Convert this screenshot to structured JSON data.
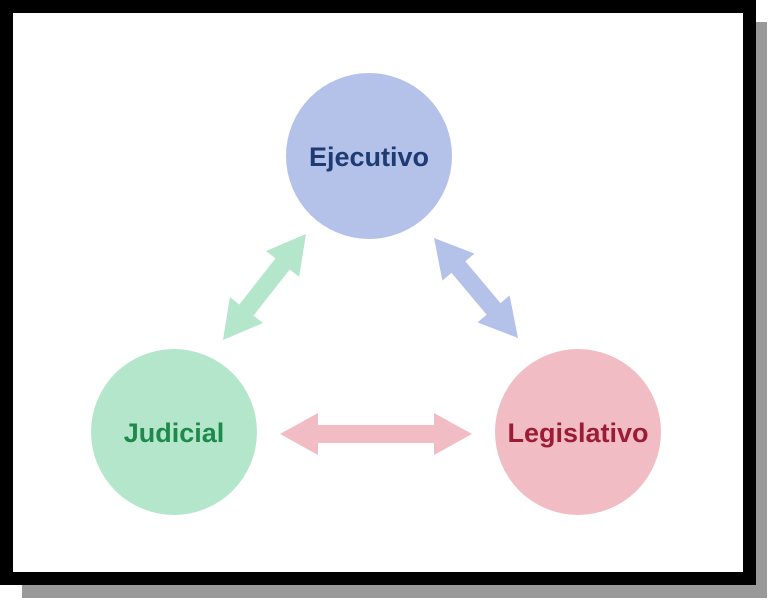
{
  "nodes": [
    {
      "id": "ejecutivo",
      "label": "Ejecutivo",
      "fill": "#b4c1e8",
      "text_color": "#1f3b73"
    },
    {
      "id": "judicial",
      "label": "Judicial",
      "fill": "#b4e6cb",
      "text_color": "#1d8a4c"
    },
    {
      "id": "legislativo",
      "label": "Legislativo",
      "fill": "#f1bcc3",
      "text_color": "#9c1c35"
    }
  ],
  "connections": [
    {
      "from": "ejecutivo",
      "to": "judicial",
      "color": "#b4e6cb",
      "direction": "both"
    },
    {
      "from": "ejecutivo",
      "to": "legislativo",
      "color": "#b4c1e8",
      "direction": "both"
    },
    {
      "from": "judicial",
      "to": "legislativo",
      "color": "#f1bcc3",
      "direction": "both"
    }
  ],
  "frame": {
    "border_color": "#000000",
    "shadow_color": "#999999",
    "background": "#ffffff"
  }
}
